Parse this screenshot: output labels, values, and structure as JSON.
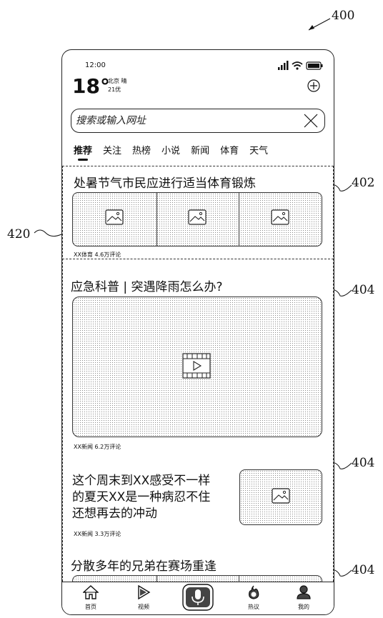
{
  "refs": {
    "device": "400",
    "card1": "402",
    "card2": "404",
    "card3": "404",
    "card4": "404",
    "feed": "420"
  },
  "status": {
    "time": "12:00"
  },
  "weather": {
    "temp": "18°",
    "city": "北京 晴",
    "aqi": "21优"
  },
  "search": {
    "placeholder": "搜索或输入网址"
  },
  "tabs": [
    "推荐",
    "关注",
    "热榜",
    "小说",
    "新闻",
    "体育",
    "天气"
  ],
  "cards": [
    {
      "title": "处暑节气市民应进行适当体育锻炼",
      "meta": "XX体育 4.6万评论"
    },
    {
      "title": "应急科普 | 突遇降雨怎么办?",
      "meta": "XX新闻 6.2万评论"
    },
    {
      "title_lines": [
        "这个周末到XX感受不一样",
        "的夏天XX是一种病忍不住",
        "还想再去的冲动"
      ],
      "meta": "XX新闻 3.3万评论"
    },
    {
      "title": "分散多年的兄弟在赛场重逢"
    }
  ],
  "nav": {
    "home": "首页",
    "video": "视频",
    "hot": "热议",
    "me": "我的"
  },
  "icons": [
    "signal-icon",
    "wifi-icon",
    "battery-icon",
    "plus-circle-icon",
    "close-icon",
    "image-icon",
    "video-icon",
    "home-icon",
    "play-icon",
    "mic-icon",
    "fire-icon",
    "person-icon"
  ]
}
